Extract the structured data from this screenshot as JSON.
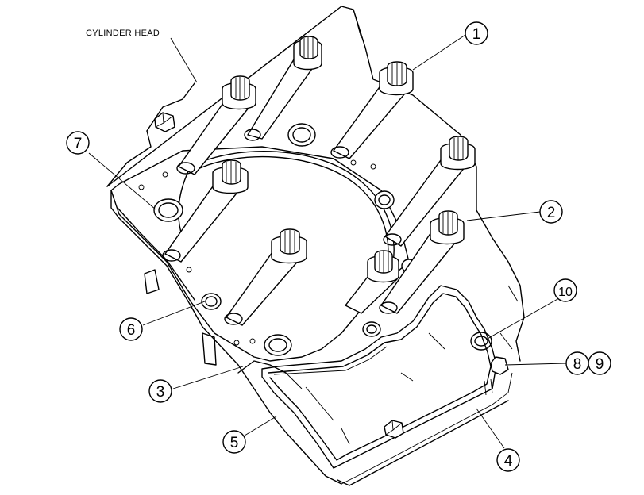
{
  "diagram": {
    "head_label": "CYLINDER HEAD",
    "callouts": [
      "1",
      "2",
      "3",
      "4",
      "5",
      "6",
      "7",
      "8",
      "9",
      "10"
    ]
  }
}
